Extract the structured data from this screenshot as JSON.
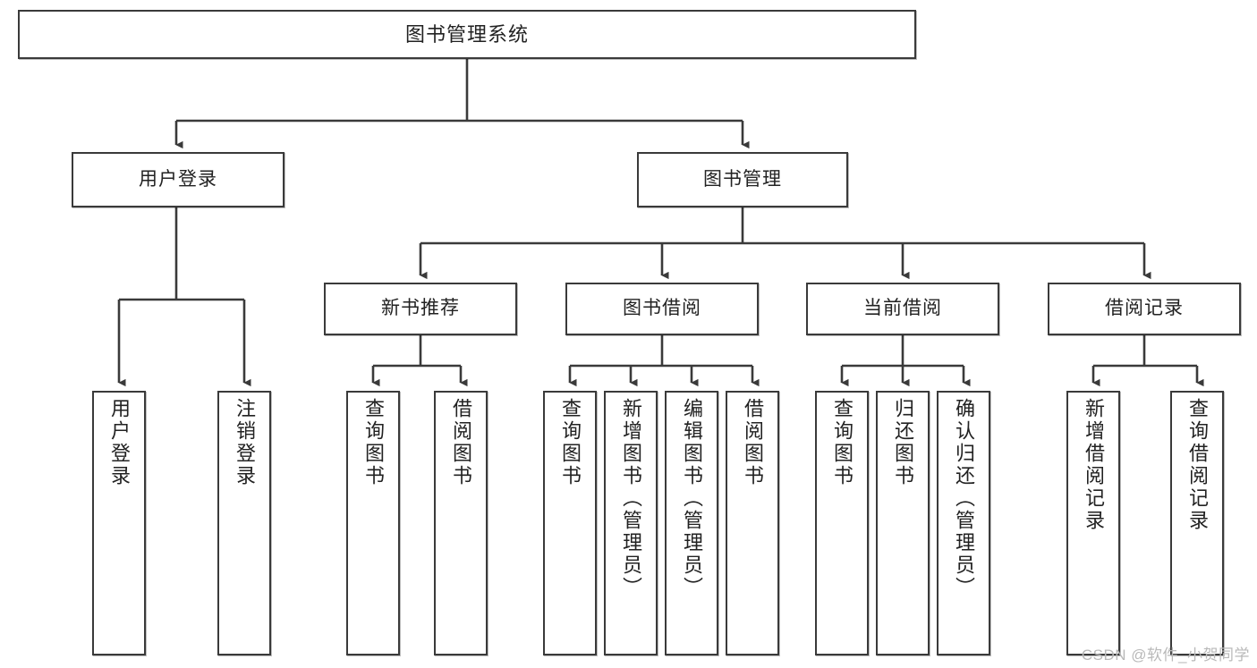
{
  "diagram": {
    "type": "tree-hierarchy",
    "title": "图书管理系统",
    "orientation": "top-down",
    "colors": {
      "box_border": "#3a3a3a",
      "box_fill": "#ffffff",
      "connector": "#3a3a3a",
      "text": "#222222",
      "watermark": "#b9b9b9",
      "background": "#ffffff"
    },
    "root": {
      "label": "图书管理系统"
    },
    "level2": [
      {
        "label": "用户登录"
      },
      {
        "label": "图书管理"
      }
    ],
    "level3": [
      {
        "label": "新书推荐"
      },
      {
        "label": "图书借阅"
      },
      {
        "label": "当前借阅"
      },
      {
        "label": "借阅记录"
      }
    ],
    "leaves": {
      "user_login": [
        {
          "label": "用户登录"
        },
        {
          "label": "注销登录"
        }
      ],
      "new_book_recommend": [
        {
          "label": "查询图书"
        },
        {
          "label": "借阅图书"
        }
      ],
      "book_borrow": [
        {
          "label": "查询图书"
        },
        {
          "label": "新增图书（管理员）"
        },
        {
          "label": "编辑图书（管理员）"
        },
        {
          "label": "借阅图书"
        }
      ],
      "current_borrow": [
        {
          "label": "查询图书"
        },
        {
          "label": "归还图书"
        },
        {
          "label": "确认归还（管理员）"
        }
      ],
      "borrow_record": [
        {
          "label": "新增借阅记录"
        },
        {
          "label": "查询借阅记录"
        }
      ]
    }
  },
  "watermark": {
    "text": "CSDN @软件_小贺同学"
  }
}
